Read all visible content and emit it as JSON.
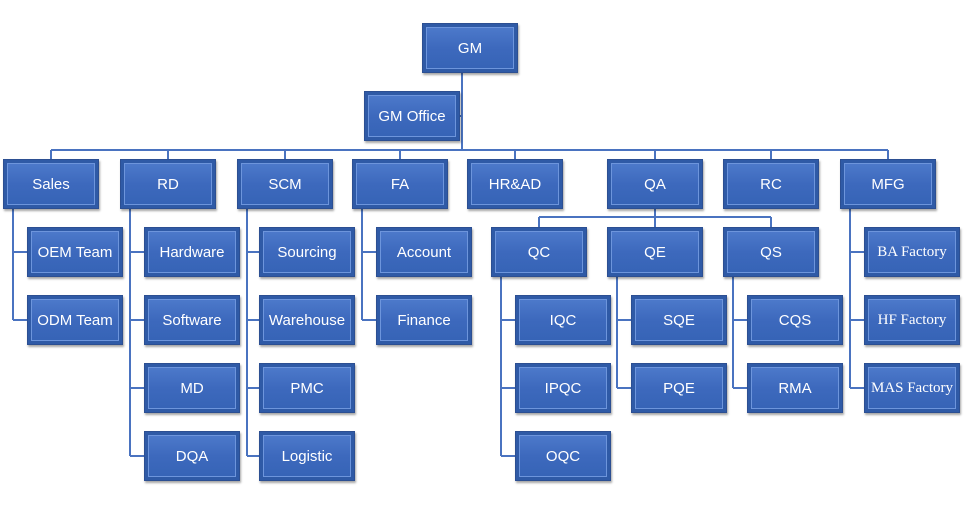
{
  "colors": {
    "box": "#3f6cbf",
    "border": "#2c4f92",
    "line": "#4a73c0",
    "text": "#ffffff"
  },
  "nodes": [
    {
      "id": "gm",
      "label": "GM"
    },
    {
      "id": "gm-office",
      "label": "GM Office"
    },
    {
      "id": "sales",
      "label": "Sales"
    },
    {
      "id": "rd",
      "label": "RD"
    },
    {
      "id": "scm",
      "label": "SCM"
    },
    {
      "id": "fa",
      "label": "FA"
    },
    {
      "id": "hrad",
      "label": "HR&AD"
    },
    {
      "id": "qa",
      "label": "QA"
    },
    {
      "id": "rc",
      "label": "RC"
    },
    {
      "id": "mfg",
      "label": "MFG"
    },
    {
      "id": "oem-team",
      "label": "OEM Team"
    },
    {
      "id": "odm-team",
      "label": "ODM Team"
    },
    {
      "id": "hardware",
      "label": "Hardware"
    },
    {
      "id": "software",
      "label": "Software"
    },
    {
      "id": "md",
      "label": "MD"
    },
    {
      "id": "dqa",
      "label": "DQA"
    },
    {
      "id": "sourcing",
      "label": "Sourcing"
    },
    {
      "id": "warehouse",
      "label": "Warehouse"
    },
    {
      "id": "pmc",
      "label": "PMC"
    },
    {
      "id": "logistic",
      "label": "Logistic"
    },
    {
      "id": "account",
      "label": "Account"
    },
    {
      "id": "finance",
      "label": "Finance"
    },
    {
      "id": "qc",
      "label": "QC"
    },
    {
      "id": "qe",
      "label": "QE"
    },
    {
      "id": "qs",
      "label": "QS"
    },
    {
      "id": "iqc",
      "label": "IQC"
    },
    {
      "id": "ipqc",
      "label": "IPQC"
    },
    {
      "id": "oqc",
      "label": "OQC"
    },
    {
      "id": "sqe",
      "label": "SQE"
    },
    {
      "id": "pqe",
      "label": "PQE"
    },
    {
      "id": "cqs",
      "label": "CQS"
    },
    {
      "id": "rma",
      "label": "RMA"
    },
    {
      "id": "ba-factory",
      "label": "BA Factory"
    },
    {
      "id": "hf-factory",
      "label": "HF Factory"
    },
    {
      "id": "mas-factory",
      "label": "MAS Factory"
    }
  ],
  "edges": [
    [
      "gm",
      "gm-office"
    ],
    [
      "gm",
      "sales"
    ],
    [
      "gm",
      "rd"
    ],
    [
      "gm",
      "scm"
    ],
    [
      "gm",
      "fa"
    ],
    [
      "gm",
      "hrad"
    ],
    [
      "gm",
      "qa"
    ],
    [
      "gm",
      "rc"
    ],
    [
      "gm",
      "mfg"
    ],
    [
      "sales",
      "oem-team"
    ],
    [
      "sales",
      "odm-team"
    ],
    [
      "rd",
      "hardware"
    ],
    [
      "rd",
      "software"
    ],
    [
      "rd",
      "md"
    ],
    [
      "rd",
      "dqa"
    ],
    [
      "scm",
      "sourcing"
    ],
    [
      "scm",
      "warehouse"
    ],
    [
      "scm",
      "pmc"
    ],
    [
      "scm",
      "logistic"
    ],
    [
      "fa",
      "account"
    ],
    [
      "fa",
      "finance"
    ],
    [
      "qa",
      "qc"
    ],
    [
      "qa",
      "qe"
    ],
    [
      "qa",
      "qs"
    ],
    [
      "qc",
      "iqc"
    ],
    [
      "qc",
      "ipqc"
    ],
    [
      "qc",
      "oqc"
    ],
    [
      "qe",
      "sqe"
    ],
    [
      "qe",
      "pqe"
    ],
    [
      "qs",
      "cqs"
    ],
    [
      "qs",
      "rma"
    ],
    [
      "mfg",
      "ba-factory"
    ],
    [
      "mfg",
      "hf-factory"
    ],
    [
      "mfg",
      "mas-factory"
    ]
  ]
}
